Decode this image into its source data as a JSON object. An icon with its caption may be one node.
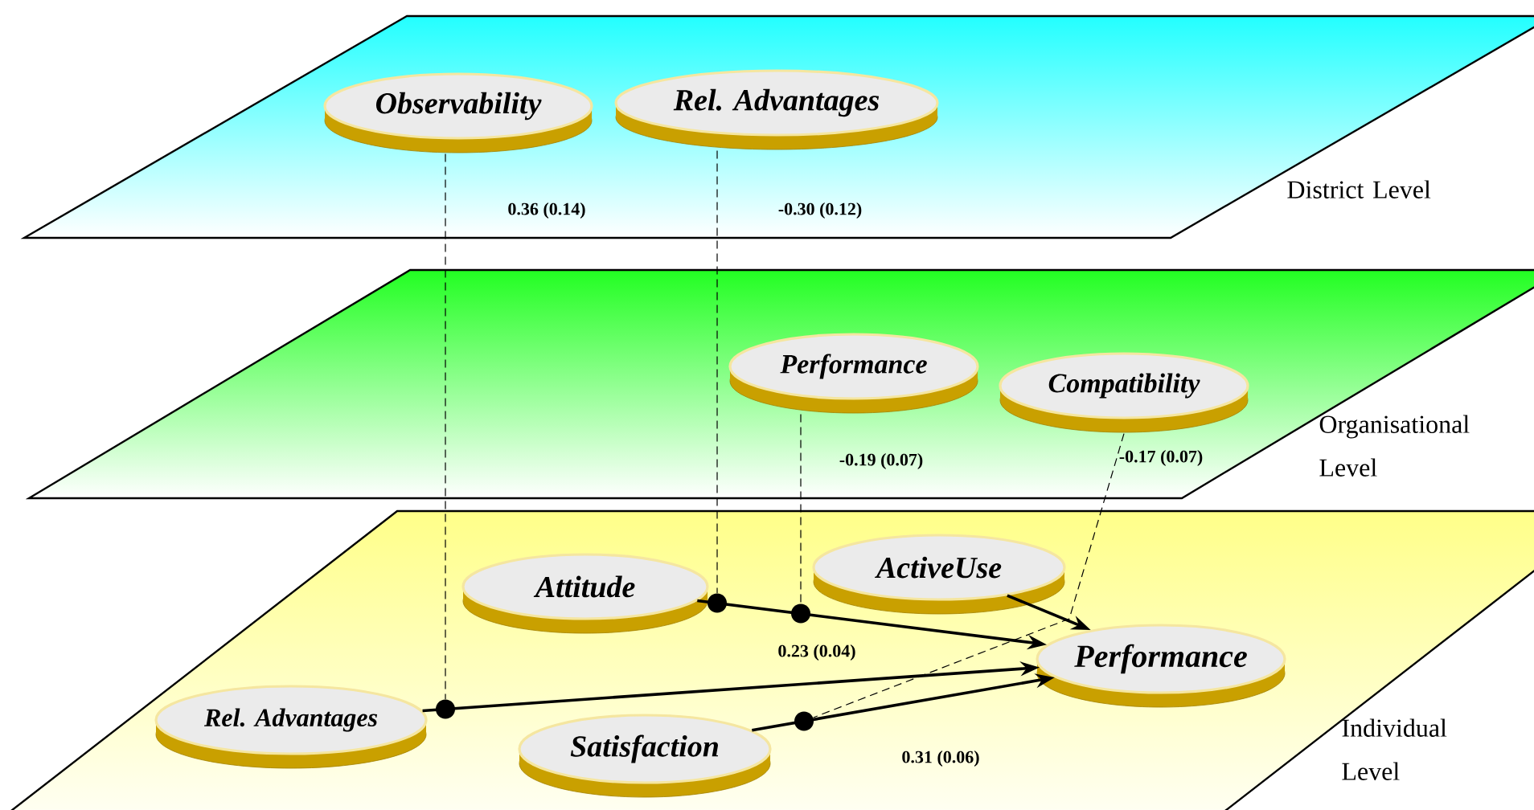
{
  "diagram": {
    "nodes": [
      {
        "text": [],
        "shape": "parallelogram",
        "beside": [
          "District Level"
        ]
      },
      {
        "text": [
          "Observability"
        ],
        "in": 0
      },
      {
        "text": [
          "Rel. Advantages"
        ],
        "in": 0
      },
      {
        "text": [],
        "shape": "parallelogram",
        "beside": [
          "Organisational Level"
        ]
      },
      {
        "text": [
          "Performance"
        ],
        "in": 3
      },
      {
        "text": [
          "Compatibility"
        ],
        "in": 3
      },
      {
        "text": [],
        "shape": "parallelogram",
        "beside": [
          "Individual Level"
        ]
      },
      {
        "text": [
          "Attitude"
        ],
        "in": 6
      },
      {
        "text": [
          "ActiveUse"
        ],
        "in": 6
      },
      {
        "text": [
          "Rel. Advantages"
        ],
        "in": 6
      },
      {
        "text": [
          "Satisfaction"
        ],
        "in": 6
      },
      {
        "text": [
          "Performance"
        ],
        "in": 6
      },
      {
        "text": [],
        "shape": "circle",
        "in": 6
      },
      {
        "text": [],
        "shape": "circle",
        "in": 6
      },
      {
        "text": [],
        "shape": "circle",
        "in": 6
      },
      {
        "text": [],
        "shape": "circle",
        "in": 6
      }
    ],
    "edges": [
      {
        "from": 1,
        "to": 12,
        "arrow": "none",
        "style": "dashed",
        "label": "0.36 (0.14)"
      },
      {
        "from": 2,
        "to": 13,
        "arrow": "none",
        "style": "dashed",
        "label": "-0.30 (0.12)"
      },
      {
        "from": 4,
        "to": 14,
        "arrow": "none",
        "style": "dashed",
        "label": "-0.19 (0.07)"
      },
      {
        "from": 5,
        "to": 15,
        "arrow": "none",
        "style": "dashed",
        "label": "-0.17 (0.07)"
      },
      {
        "from": 7,
        "to": 11,
        "arrow": "to",
        "label": "0.23 (0.04)"
      },
      {
        "from": 8,
        "to": 11,
        "arrow": "to"
      },
      {
        "from": 9,
        "to": 11,
        "arrow": "to"
      },
      {
        "from": 10,
        "to": 11,
        "arrow": "to",
        "label": "0.31 (0.06)"
      }
    ]
  }
}
